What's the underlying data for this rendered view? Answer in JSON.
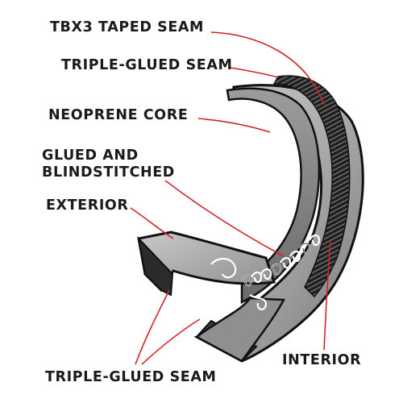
{
  "labels": {
    "tbx3_taped_seam": "TBX3 TAPED SEAM",
    "triple_glued_seam_top": "TRIPLE-GLUED SEAM",
    "neoprene_core": "NEOPRENE CORE",
    "glued_and": "GLUED AND",
    "blindstitched": "BLINDSTITCHED",
    "exterior": "EXTERIOR",
    "interior": "INTERIOR",
    "triple_glued_seam_bottom": "TRIPLE-GLUED SEAM"
  },
  "colors": {
    "leader_line": "#d2232a",
    "label_text": "#1a1a1a",
    "panel_light": "#b9b9b9",
    "panel_mid": "#8a8a8a",
    "panel_dark": "#4d4d4d",
    "edge_black": "#111111",
    "tape": "#222222"
  }
}
